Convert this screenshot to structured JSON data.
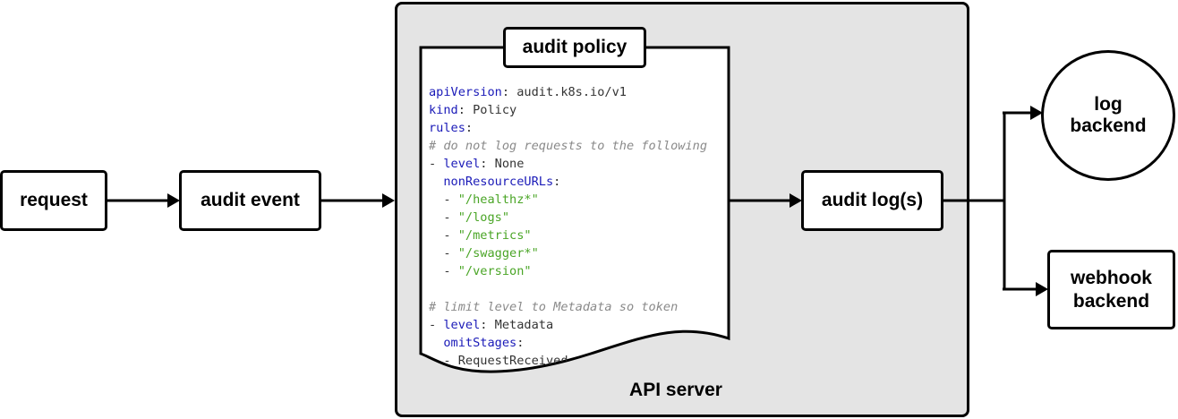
{
  "nodes": {
    "request": "request",
    "audit_event": "audit event",
    "audit_policy": "audit policy",
    "audit_logs": "audit log(s)",
    "log_backend": [
      "log",
      "backend"
    ],
    "webhook_backend": [
      "webhook",
      "backend"
    ],
    "api_server": "API server"
  },
  "policy_code": [
    [
      {
        "t": "k",
        "v": "apiVersion"
      },
      {
        "t": "p",
        "v": ": audit.k8s.io/v1"
      }
    ],
    [
      {
        "t": "k",
        "v": "kind"
      },
      {
        "t": "p",
        "v": ": Policy"
      }
    ],
    [
      {
        "t": "k",
        "v": "rules"
      },
      {
        "t": "p",
        "v": ":"
      }
    ],
    [
      {
        "t": "c",
        "v": "# do not log requests to the following"
      }
    ],
    [
      {
        "t": "p",
        "v": "- "
      },
      {
        "t": "k",
        "v": "level"
      },
      {
        "t": "p",
        "v": ": None"
      }
    ],
    [
      {
        "t": "p",
        "v": "  "
      },
      {
        "t": "k",
        "v": "nonResourceURLs"
      },
      {
        "t": "p",
        "v": ":"
      }
    ],
    [
      {
        "t": "p",
        "v": "  - "
      },
      {
        "t": "s",
        "v": "\"/healthz*\""
      }
    ],
    [
      {
        "t": "p",
        "v": "  - "
      },
      {
        "t": "s",
        "v": "\"/logs\""
      }
    ],
    [
      {
        "t": "p",
        "v": "  - "
      },
      {
        "t": "s",
        "v": "\"/metrics\""
      }
    ],
    [
      {
        "t": "p",
        "v": "  - "
      },
      {
        "t": "s",
        "v": "\"/swagger*\""
      }
    ],
    [
      {
        "t": "p",
        "v": "  - "
      },
      {
        "t": "s",
        "v": "\"/version\""
      }
    ],
    [
      {
        "t": "p",
        "v": ""
      }
    ],
    [
      {
        "t": "c",
        "v": "# limit level to Metadata so token"
      }
    ],
    [
      {
        "t": "p",
        "v": "- "
      },
      {
        "t": "k",
        "v": "level"
      },
      {
        "t": "p",
        "v": ": Metadata"
      }
    ],
    [
      {
        "t": "p",
        "v": "  "
      },
      {
        "t": "k",
        "v": "omitStages"
      },
      {
        "t": "p",
        "v": ":"
      }
    ],
    [
      {
        "t": "p",
        "v": "  - RequestReceived"
      }
    ]
  ],
  "colors": {
    "key": "#1a1ab8",
    "string": "#4aa526",
    "comment": "#8a8a8a",
    "server_fill": "#e4e4e4"
  }
}
